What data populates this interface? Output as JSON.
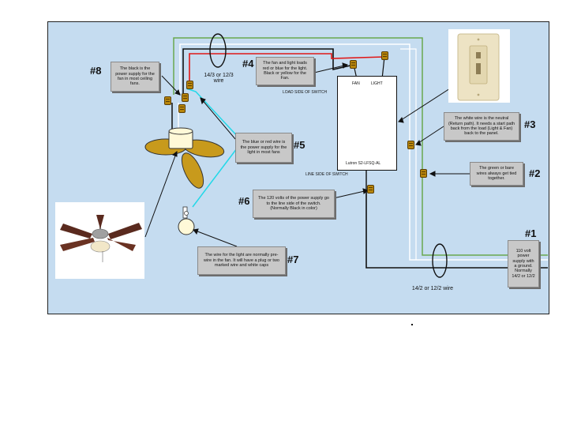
{
  "notes": {
    "n1": "110 volt power supply with a ground. Normally 14/2 or 12/2",
    "n2": "The green or bare wires always get tied together.",
    "n3": "The white wire is the neutral (Return path). It needs a start path back from the load (Light & Fan) back to the panel.",
    "n4": "The fan and light loads red or blue for the light. Black or yellow for the Fan.",
    "n5": "The blue or red wire is the power supply for the light in most fans",
    "n6": "The 120 volts of the power supply go to the line side of the switch. (Normally Black in color)",
    "n7": "The wire for the light are normally pre-wire in the fan. It will have a plug or two marked wire and white caps",
    "n8": "The black is the power supply for the fan in most ceiling fans."
  },
  "numbers": {
    "n1": "#1",
    "n2": "#2",
    "n3": "#3",
    "n4": "#4",
    "n5": "#5",
    "n6": "#6",
    "n7": "#7",
    "n8": "#8"
  },
  "labels": {
    "wire_top": "14/3 or 12/3 wire",
    "wire_bottom": "14/2 or 12/2 wire",
    "load_side": "LOAD SIDE OF SWITCH",
    "line_side": "LINE SIDE OF SWITCH",
    "fan": "FAN",
    "light": "LIGHT",
    "switch_model": "Lutron S2-LFSQ-AL",
    "dot": "."
  },
  "colors": {
    "panel_bg": "#c5dcf0",
    "black_wire": "#111111",
    "red_wire": "#e01818",
    "white_wire": "#ffffff",
    "green_wire": "#6aa84f",
    "cyan_wire": "#22d8e8",
    "wirenut": "#b8860b",
    "fan_blade": "#c89a1c"
  }
}
